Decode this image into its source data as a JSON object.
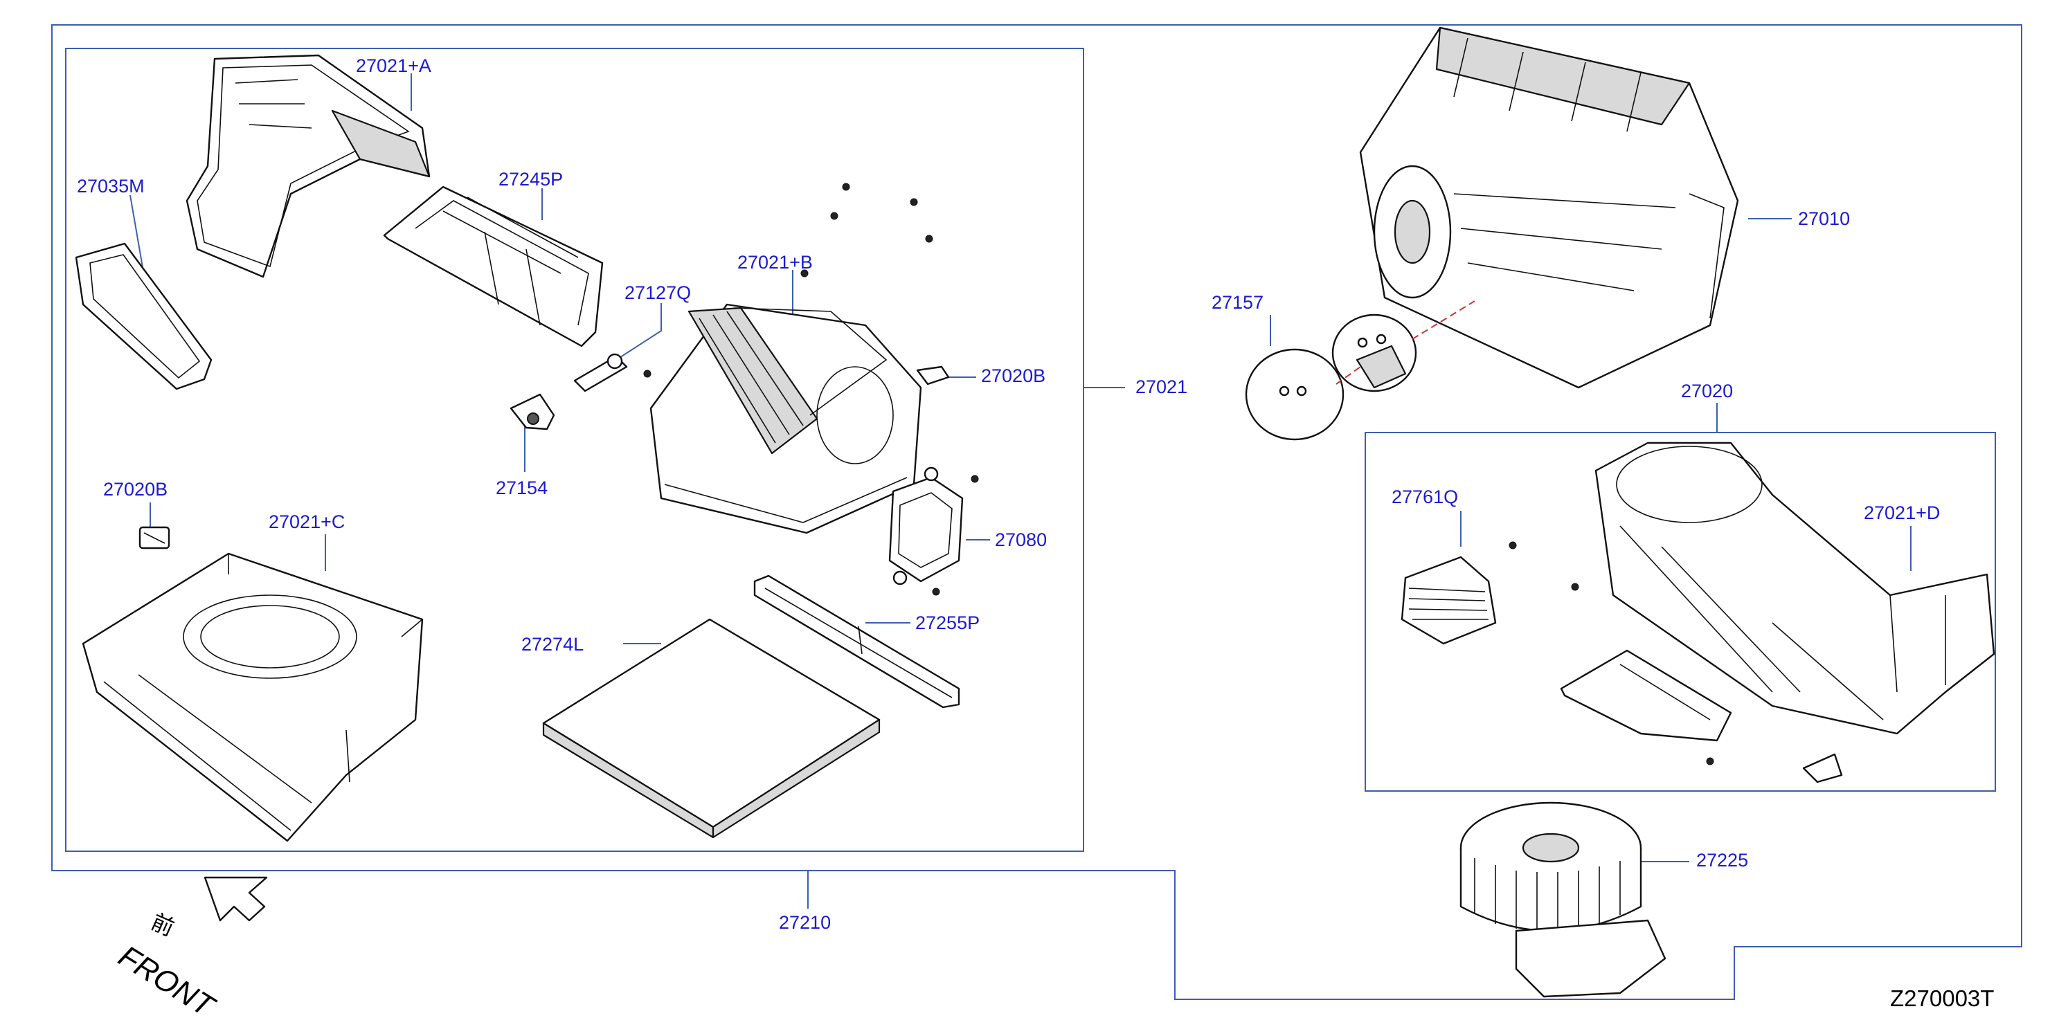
{
  "diagram": {
    "code": "Z270003T",
    "front_label": "FRONT",
    "front_kanji": "前",
    "callouts": {
      "p27021A": "27021+A",
      "p27035M": "27035M",
      "p27245P": "27245P",
      "p27021B": "27021+B",
      "p27127Q": "27127Q",
      "p27020B_top": "27020B",
      "p27021": "27021",
      "p27154": "27154",
      "p27020B_left": "27020B",
      "p27021C": "27021+C",
      "p27080": "27080",
      "p27255P": "27255P",
      "p27274L": "27274L",
      "p27210": "27210",
      "p27010": "27010",
      "p27157": "27157",
      "p27020": "27020",
      "p27761Q": "27761Q",
      "p27021D": "27021+D",
      "p27225": "27225"
    }
  }
}
